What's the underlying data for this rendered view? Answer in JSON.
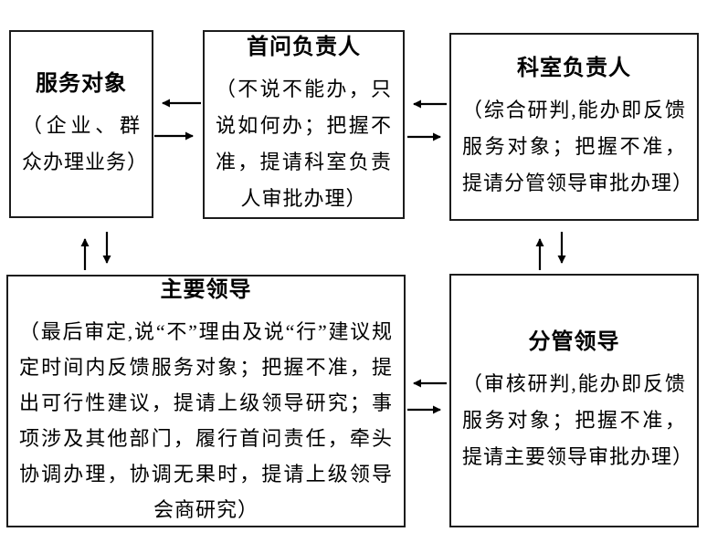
{
  "colors": {
    "background": "#ffffff",
    "box_border": "#1c1c1c",
    "text": "#000000",
    "arrow": "#000000"
  },
  "boxes": [
    {
      "id": "service-object",
      "title": "服务对象",
      "body": "（企业、群众办理业务）"
    },
    {
      "id": "first-inquiry-person",
      "title": "首问负责人",
      "body": "（不说不能办，只说如何办；把握不准，提请科室负责人审批办理）"
    },
    {
      "id": "section-chief",
      "title": "科室负责人",
      "body": "（综合研判,能办即反馈服务对象；把握不准，提请分管领导审批办理）"
    },
    {
      "id": "main-leader",
      "title": "主要领导",
      "body": "（最后审定,说“不”理由及说“行”建议规定时间内反馈服务对象；把握不准，提出可行性建议，提请上级领导研究；事项涉及其他部门，履行首问责任，牵头协调办理，协调无果时，提请上级领导会商研究）"
    },
    {
      "id": "deputy-leader",
      "title": "分管领导",
      "body": "（审核研判,能办即反馈服务对象；把握不准，提请主要领导审批办理）"
    }
  ],
  "arrows": [
    {
      "from": "first-inquiry-person",
      "to": "service-object",
      "direction": "left"
    },
    {
      "from": "service-object",
      "to": "first-inquiry-person",
      "direction": "right"
    },
    {
      "from": "section-chief",
      "to": "first-inquiry-person",
      "direction": "left"
    },
    {
      "from": "first-inquiry-person",
      "to": "section-chief",
      "direction": "right"
    },
    {
      "from": "main-leader",
      "to": "service-object",
      "direction": "up"
    },
    {
      "from": "service-object",
      "to": "main-leader",
      "direction": "down"
    },
    {
      "from": "deputy-leader",
      "to": "section-chief",
      "direction": "up"
    },
    {
      "from": "section-chief",
      "to": "deputy-leader",
      "direction": "down"
    },
    {
      "from": "deputy-leader",
      "to": "main-leader",
      "direction": "left"
    },
    {
      "from": "main-leader",
      "to": "deputy-leader",
      "direction": "right"
    }
  ]
}
